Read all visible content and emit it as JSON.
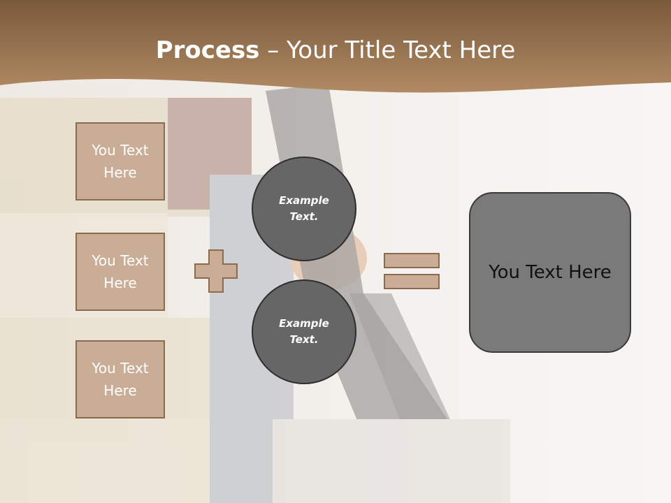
{
  "slide": {
    "title_bold": "Process",
    "title_rest": " – Your Title Text Here"
  },
  "left_boxes": [
    {
      "label": "You Text Here"
    },
    {
      "label": "You Text Here"
    },
    {
      "label": "You Text Here"
    }
  ],
  "circles": [
    {
      "label": "Example Text."
    },
    {
      "label": "Example Text."
    }
  ],
  "operators": {
    "plus": "plus-icon",
    "equals": "equals-icon"
  },
  "result_box": {
    "label": "You Text Here"
  },
  "colors": {
    "header": "#9a7651",
    "box_fill": "#c9ad96",
    "box_border": "#8c6a4f",
    "circle_fill": "#666666",
    "result_fill": "#7a7a7a"
  }
}
